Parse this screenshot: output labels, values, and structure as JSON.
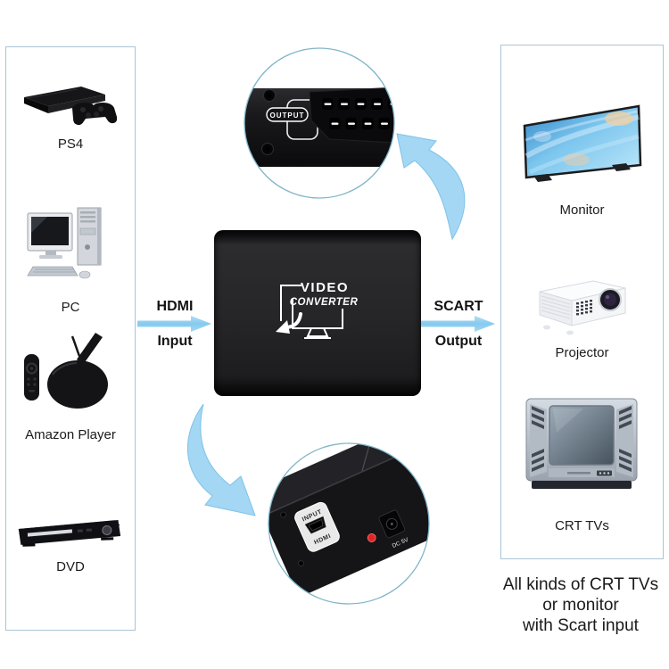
{
  "diagram": {
    "source_panel": {
      "items": [
        {
          "label": "PS4",
          "icon": "ps4-console-icon"
        },
        {
          "label": "PC",
          "icon": "desktop-pc-icon"
        },
        {
          "label": "Amazon Player",
          "icon": "amazon-player-icon"
        },
        {
          "label": "DVD",
          "icon": "dvd-player-icon"
        }
      ]
    },
    "output_panel": {
      "items": [
        {
          "label": "Monitor",
          "icon": "flat-tv-icon"
        },
        {
          "label": "Projector",
          "icon": "projector-icon"
        },
        {
          "label": "CRT TVs",
          "icon": "crt-tv-icon"
        }
      ]
    },
    "converter": {
      "logo_line1": "VIDEO",
      "logo_line2": "CONVERTER"
    },
    "input_link": {
      "line1": "HDMI",
      "line2": "Input"
    },
    "output_link": {
      "line1": "SCART",
      "line2": "Output"
    },
    "scart_closeup": {
      "port_label": "OUTPUT"
    },
    "hdmi_closeup": {
      "port_label_top": "INPUT",
      "port_label_bottom": "HDMI",
      "power_label": "DC 5V"
    },
    "caption": {
      "line1": "All kinds of CRT TVs",
      "line2": "or monitor",
      "line3": "with Scart input"
    },
    "colors": {
      "arrow_blue": "#8ccdf0",
      "panel_border": "#a9c4d6",
      "circle_border": "#82b6ca",
      "device_black": "#151518",
      "text": "#1b1b1b"
    }
  }
}
